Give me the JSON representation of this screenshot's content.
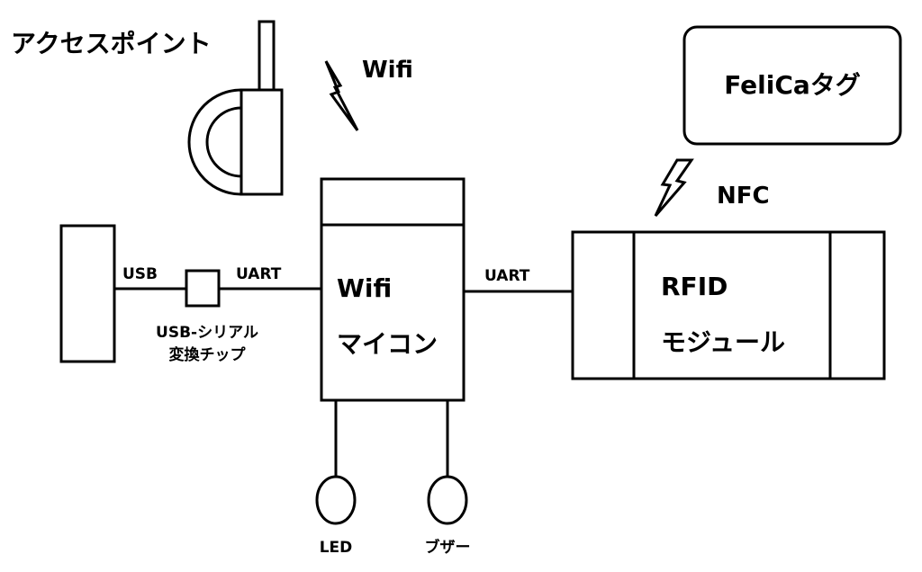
{
  "access_point": {
    "label": "アクセスポイント"
  },
  "wifi_link": {
    "label": "Wifi"
  },
  "felica_tag": {
    "label": "FeliCaタグ"
  },
  "nfc_link": {
    "label": "NFC"
  },
  "pc_usb": {
    "label": "USB"
  },
  "usb_serial_chip": {
    "label_line1": "USB-シリアル",
    "label_line2": "変換チップ"
  },
  "uart_left": {
    "label": "UART"
  },
  "uart_right": {
    "label": "UART"
  },
  "wifi_mcu": {
    "label_line1": "Wifi",
    "label_line2": "マイコン"
  },
  "rfid_module": {
    "label_line1": "RFID",
    "label_line2": "モジュール"
  },
  "led": {
    "label": "LED"
  },
  "buzzer": {
    "label": "ブザー"
  }
}
